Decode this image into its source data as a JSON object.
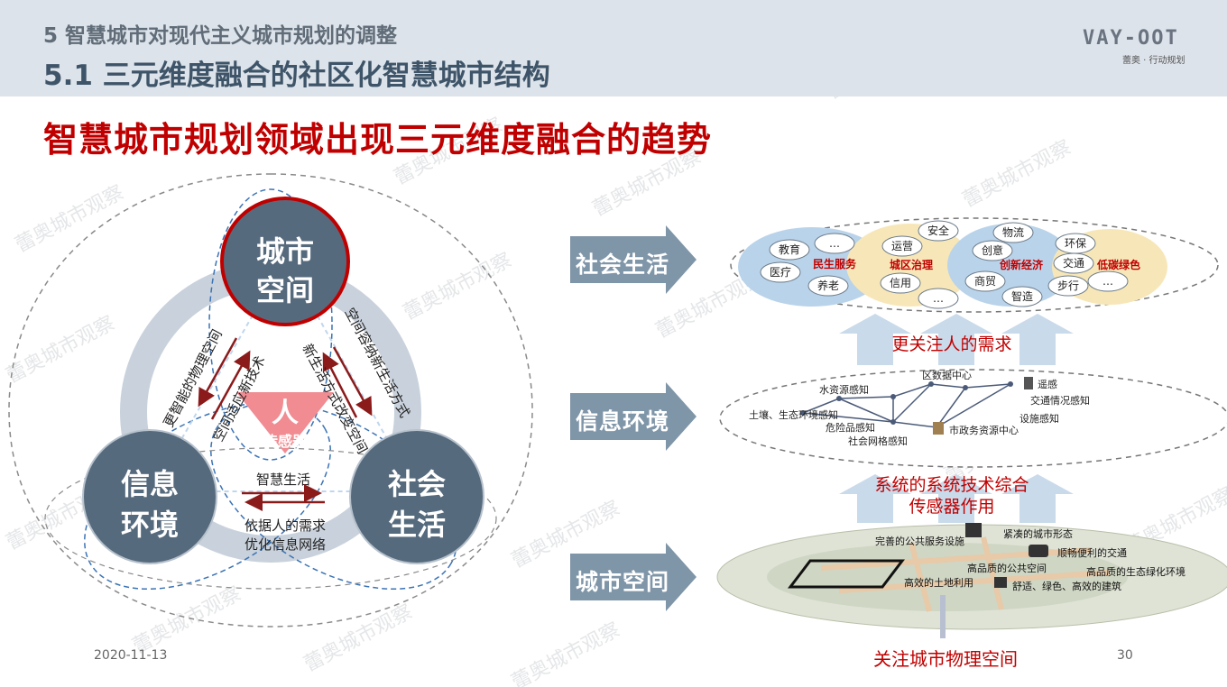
{
  "header": {
    "subtitle": "5 智慧城市对现代主义城市规划的调整",
    "title": "5.1 三元维度融合的社区化智慧城市结构",
    "logo_mark": "VAY-OOT",
    "logo_text": "蕾奥 · 行动规划"
  },
  "main_title": "智慧城市规划领域出现三元维度融合的趋势",
  "left_diagram": {
    "top_circle": [
      "城市",
      "空间"
    ],
    "left_circle": [
      "信息",
      "环境"
    ],
    "right_circle": [
      "社会",
      "生活"
    ],
    "center_triangle": {
      "main": "人",
      "sub": "传感器"
    },
    "arrow_texts": {
      "left_outer": "更智能的物理空间",
      "left_inner": "空间适应新技术",
      "right_outer": "空间容纳新生活方式",
      "right_inner": "新生活方式改变空间",
      "bottom_top": "智慧生活",
      "bottom_lines": [
        "依据人的需求",
        "优化信息网络"
      ]
    }
  },
  "right_diagram": {
    "rows": [
      {
        "label": "社会生活"
      },
      {
        "label": "信息环境"
      },
      {
        "label": "城市空间"
      }
    ],
    "social_groups": [
      {
        "name": "民生服务",
        "items": [
          "教育",
          "…",
          "医疗",
          "养老"
        ]
      },
      {
        "name": "城区治理",
        "items": [
          "安全",
          "运营",
          "信用",
          "…"
        ]
      },
      {
        "name": "创新经济",
        "items": [
          "物流",
          "创意",
          "商贸",
          "智造"
        ]
      },
      {
        "name": "低碳绿色",
        "items": [
          "环保",
          "交通",
          "步行",
          "…"
        ]
      }
    ],
    "info_labels": [
      "区数据中心",
      "水资源感知",
      "遥感",
      "交通情况感知",
      "土壤、生态环境感知",
      "危险品感知",
      "市政务资源中心",
      "设施感知",
      "社会网格感知"
    ],
    "urban_labels": [
      "紧凑的城市形态",
      "完善的公共服务设施",
      "顺畅便利的交通",
      "高品质的公共空间",
      "高品质的生态绿化环境",
      "高效的土地利用",
      "舒适、绿色、高效的建筑"
    ],
    "note_top": "更关注人的需求",
    "note_mid": [
      "系统的系统技术综合",
      "传感器作用"
    ],
    "note_bottom": "关注城市物理空间"
  },
  "footer": {
    "date": "2020-11-13",
    "page": "30"
  },
  "watermark": "蕾奥城市观察",
  "colors": {
    "accent_red": "#c00000",
    "slate": "#546779",
    "light_blue": "#bdd3e6",
    "triangle_pink": "#f08c92"
  }
}
